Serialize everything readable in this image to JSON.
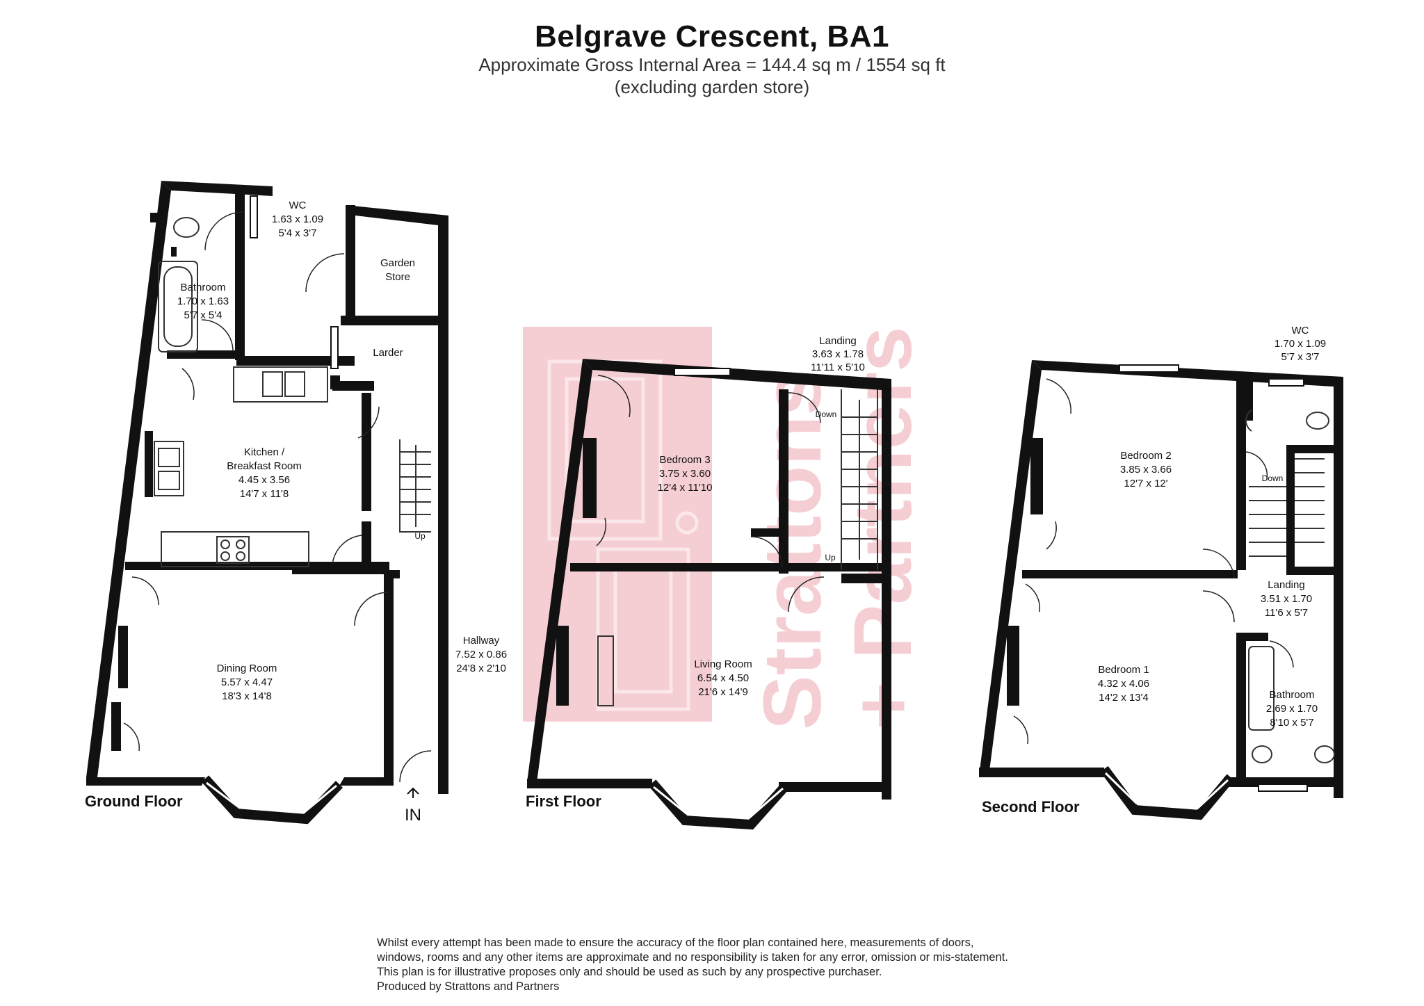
{
  "header": {
    "title": "Belgrave Crescent, BA1",
    "area": "Approximate Gross Internal Area = 144.4 sq m / 1554 sq ft",
    "note": "(excluding garden store)"
  },
  "colors": {
    "wall": "#111111",
    "watermark": "#f4c6cc",
    "text": "#111111"
  },
  "watermark": {
    "line1": "Strattons",
    "line2": "+ Partners"
  },
  "floors": {
    "ground": {
      "label": "Ground Floor",
      "entrance": "IN",
      "wc": {
        "name": "WC",
        "metric": "1.63 x 1.09",
        "imperial": "5'4 x 3'7"
      },
      "bathroom": {
        "name": "Bathroom",
        "metric": "1.70 x 1.63",
        "imperial": "5'7 x 5'4"
      },
      "garden_store": {
        "name1": "Garden",
        "name2": "Store"
      },
      "larder": {
        "name": "Larder"
      },
      "kitchen": {
        "name1": "Kitchen /",
        "name2": "Breakfast Room",
        "metric": "4.45 x 3.56",
        "imperial": "14'7 x 11'8"
      },
      "dining": {
        "name": "Dining Room",
        "metric": "5.57 x 4.47",
        "imperial": "18'3 x 14'8"
      },
      "hallway": {
        "name": "Hallway",
        "metric": "7.52 x 0.86",
        "imperial": "24'8 x 2'10"
      },
      "stairs": "Up"
    },
    "first": {
      "label": "First Floor",
      "landing": {
        "name": "Landing",
        "metric": "3.63 x 1.78",
        "imperial": "11'11 x 5'10"
      },
      "bedroom3": {
        "name": "Bedroom 3",
        "metric": "3.75 x 3.60",
        "imperial": "12'4 x 11'10"
      },
      "living": {
        "name": "Living Room",
        "metric": "6.54 x 4.50",
        "imperial": "21'6 x 14'9"
      },
      "stairs_down": "Down",
      "stairs_up": "Up"
    },
    "second": {
      "label": "Second Floor",
      "wc": {
        "name": "WC",
        "metric": "1.70 x 1.09",
        "imperial": "5'7 x 3'7"
      },
      "bedroom2": {
        "name": "Bedroom 2",
        "metric": "3.85 x 3.66",
        "imperial": "12'7 x 12'"
      },
      "landing": {
        "name": "Landing",
        "metric": "3.51 x 1.70",
        "imperial": "11'6 x 5'7"
      },
      "bedroom1": {
        "name": "Bedroom 1",
        "metric": "4.32 x 4.06",
        "imperial": "14'2 x 13'4"
      },
      "bathroom": {
        "name": "Bathroom",
        "metric": "2.69 x 1.70",
        "imperial": "8'10 x 5'7"
      },
      "stairs_down": "Down"
    }
  },
  "disclaimer": [
    "Whilst every attempt has been made to ensure the accuracy of the floor plan contained here, measurements of doors,",
    "windows, rooms and any other items are approximate and no responsibility is taken for any error, omission or mis-statement.",
    "This plan is for illustrative proposes only and should be used as such by any prospective purchaser.",
    "Produced by Strattons and Partners"
  ]
}
